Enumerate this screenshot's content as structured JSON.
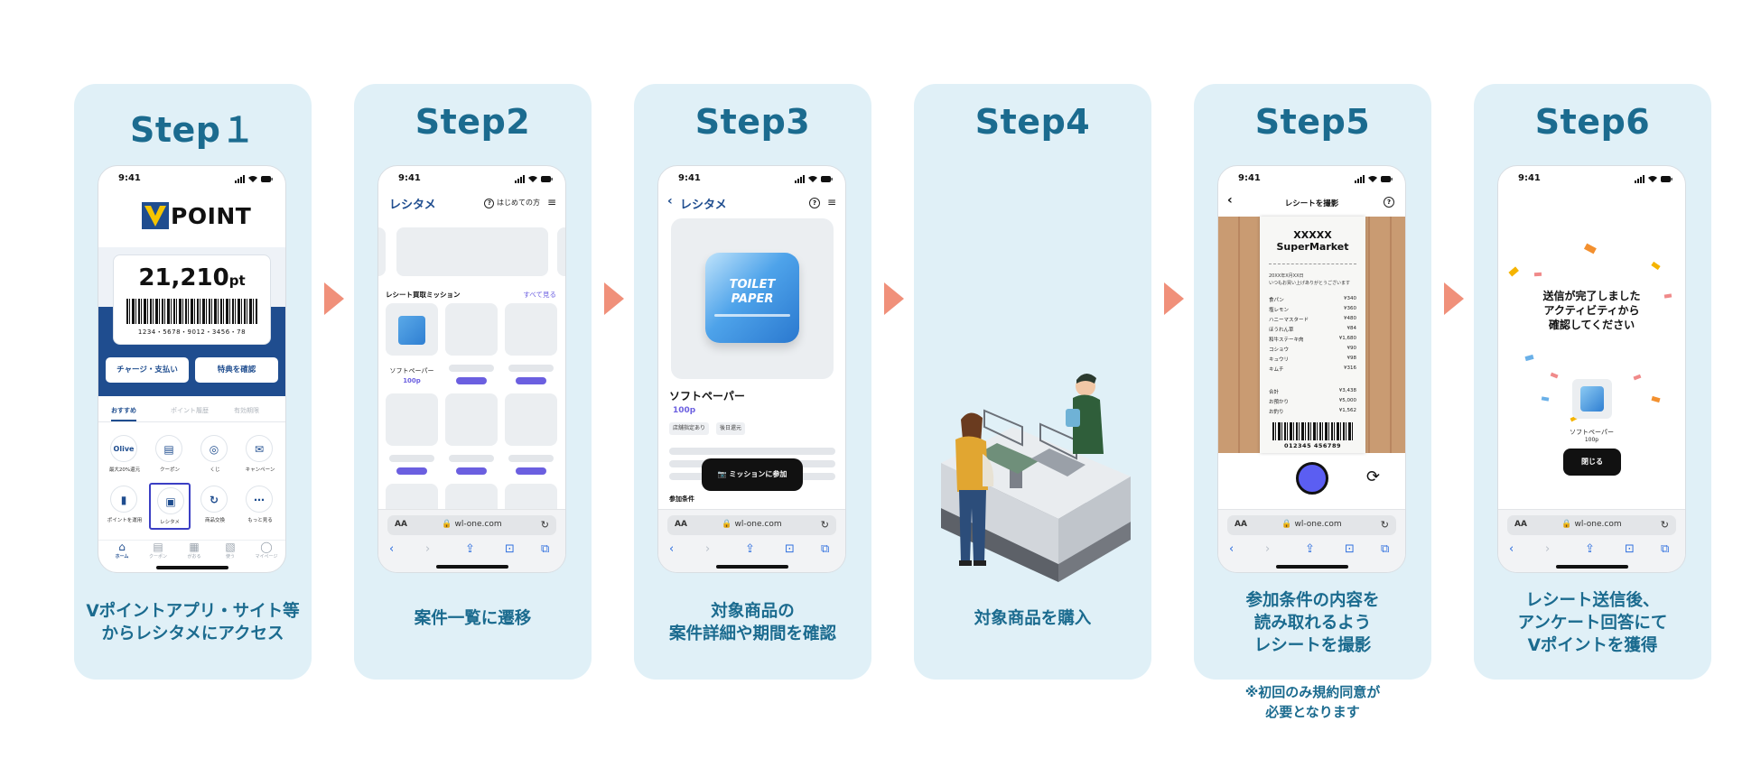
{
  "steps": [
    {
      "title": "Step１",
      "caption": "Vポイントアプリ・サイト等\nからレシタメにアクセス"
    },
    {
      "title": "Step2",
      "caption": "案件一覧に遷移"
    },
    {
      "title": "Step3",
      "caption": "対象商品の\n案件詳細や期間を確認"
    },
    {
      "title": "Step4",
      "caption": "対象商品を購入"
    },
    {
      "title": "Step5",
      "caption": "参加条件の内容を\n読み取れるよう\nレシートを撮影"
    },
    {
      "title": "Step6",
      "caption": "レシート送信後、\nアンケート回答にて\nVポイントを獲得"
    }
  ],
  "step5_note": "※初回のみ規約同意が\n必要となります",
  "common": {
    "time": "9:41",
    "url": "wl-one.com",
    "aa": "AA"
  },
  "s1": {
    "logo": "POINT",
    "points": "21,210",
    "unit": "pt",
    "card_number": "1234・5678・9012・3456・78",
    "btn_charge": "チャージ・支払い",
    "btn_benefit": "特典を確認",
    "tabs": [
      "おすすめ",
      "ポイント履歴",
      "有効期限"
    ],
    "grid": [
      {
        "icon": "Olive",
        "label": "最大20%還元"
      },
      {
        "icon": "▤",
        "label": "クーポン"
      },
      {
        "icon": "◎",
        "label": "くじ"
      },
      {
        "icon": "✉",
        "label": "キャンペーン"
      },
      {
        "icon": "▮",
        "label": "ポイントを運用"
      },
      {
        "icon": "▣",
        "label": "レシタメ"
      },
      {
        "icon": "↻",
        "label": "商品交換"
      },
      {
        "icon": "⋯",
        "label": "もっと見る"
      }
    ],
    "bottom_nav": [
      "ホーム",
      "クーポン",
      "がおる",
      "使う",
      "マイページ"
    ]
  },
  "s2": {
    "brand": "レシタメ",
    "help": "はじめての方",
    "section": "レシート買取ミッション",
    "see_all": "すべて見る",
    "product": "ソフトペーパー",
    "product_pt": "100p"
  },
  "s3": {
    "brand": "レシタメ",
    "package_line1": "TOILET",
    "package_line2": "PAPER",
    "product": "ソフトペーパー",
    "product_pt": "100p",
    "tags": [
      "店舗指定あり",
      "後日還元"
    ],
    "join_button": "ミッションに参加",
    "conditions": "参加条件"
  },
  "s5": {
    "header": "レシートを撮影",
    "store_line1": "XXXXX",
    "store_line2": "SuperMarket",
    "date": "20XX年X月XX日",
    "thanks": "いつもお買い上げありがとうございます",
    "items": [
      [
        "食パン",
        "¥340"
      ],
      [
        "塩レモン",
        "¥360"
      ],
      [
        "ハニーマスタード",
        "¥480"
      ],
      [
        "ほうれん草",
        "¥84"
      ],
      [
        "和牛ステーキ肉",
        "¥1,680"
      ],
      [
        "コショウ",
        "¥90"
      ],
      [
        "キュウリ",
        "¥98"
      ],
      [
        "キムチ",
        "¥316"
      ]
    ],
    "totals": [
      [
        "合計",
        "¥3,438"
      ],
      [
        "お預かり",
        "¥5,000"
      ],
      [
        "お釣り",
        "¥1,562"
      ]
    ],
    "barcode_number": "012345 456789"
  },
  "s6": {
    "message": "送信が完了しました\nアクティビティから\n確認してください",
    "product": "ソフトペーパー",
    "product_pt": "100p",
    "close": "閉じる"
  },
  "colors": {
    "card": "#e0f0f7",
    "title": "#1b6b8f",
    "arrow": "#f0907a",
    "navy": "#1f4d8f",
    "purple": "#6b5fe0"
  }
}
